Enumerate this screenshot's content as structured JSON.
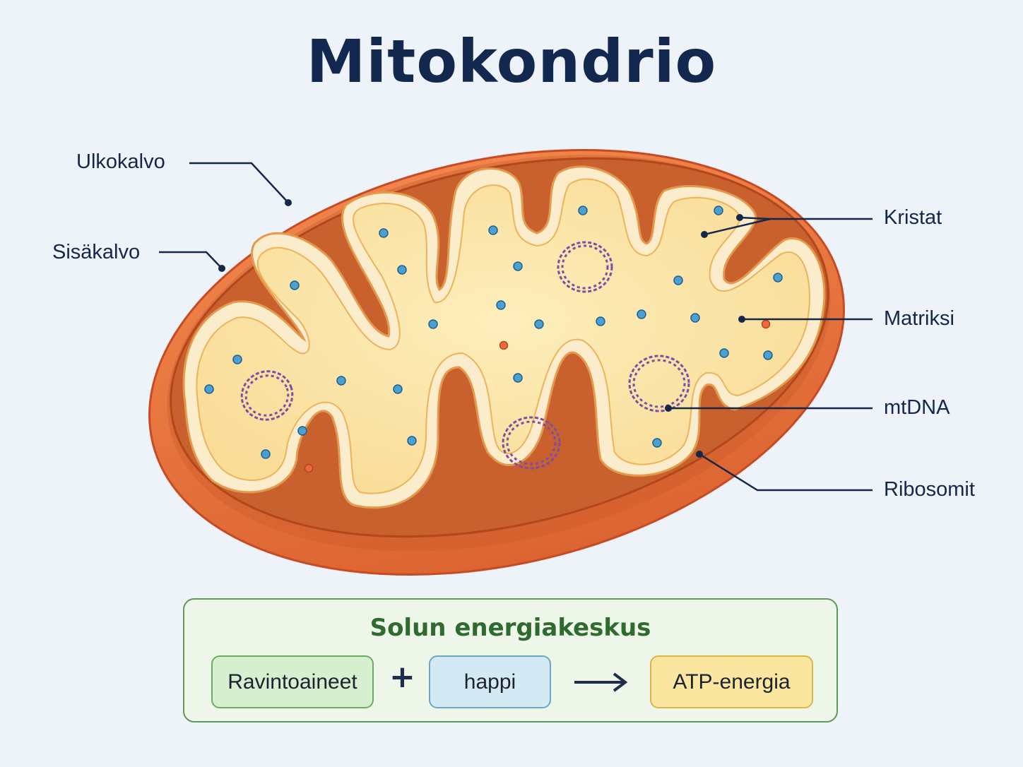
{
  "title": "Mitokondrio",
  "labels": {
    "outer_membrane": "Ulkokalvo",
    "inner_membrane": "Sisäkalvo",
    "cristae": "Kristat",
    "matrix": "Matriksi",
    "mtdna": "mtDNA",
    "ribosomes": "Ribosomit"
  },
  "panel": {
    "title": "Solun energiakeskus",
    "input1": "Ravintoaineet",
    "operator": "+",
    "input2": "happi",
    "output": "ATP-energia"
  },
  "colors": {
    "outer_membrane": "#e06a35",
    "intermembrane_space": "#c8612e",
    "inner_membrane": "#fbeccb",
    "matrix": "#fbe4a8",
    "mtdna": "#7b4ea3",
    "ribosome": "#3b8ec4",
    "title": "#13284f"
  }
}
